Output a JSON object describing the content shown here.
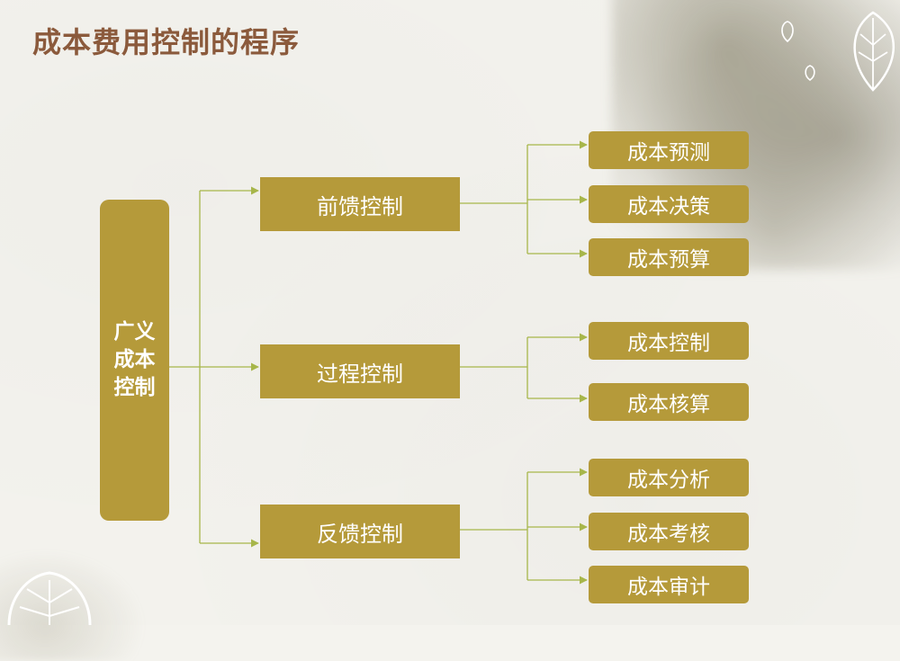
{
  "title": "成本费用控制的程序",
  "root": {
    "label": "广义成本控制"
  },
  "branches": [
    {
      "label": "前馈控制",
      "children": [
        "成本预测",
        "成本决策",
        "成本预算"
      ]
    },
    {
      "label": "过程控制",
      "children": [
        "成本控制",
        "成本核算"
      ]
    },
    {
      "label": "反馈控制",
      "children": [
        "成本分析",
        "成本考核",
        "成本审计"
      ]
    }
  ],
  "colors": {
    "box": "#b59a3a",
    "connector": "#a7b64a",
    "title": "#8b5a3c",
    "background": "#f3f2ed"
  }
}
